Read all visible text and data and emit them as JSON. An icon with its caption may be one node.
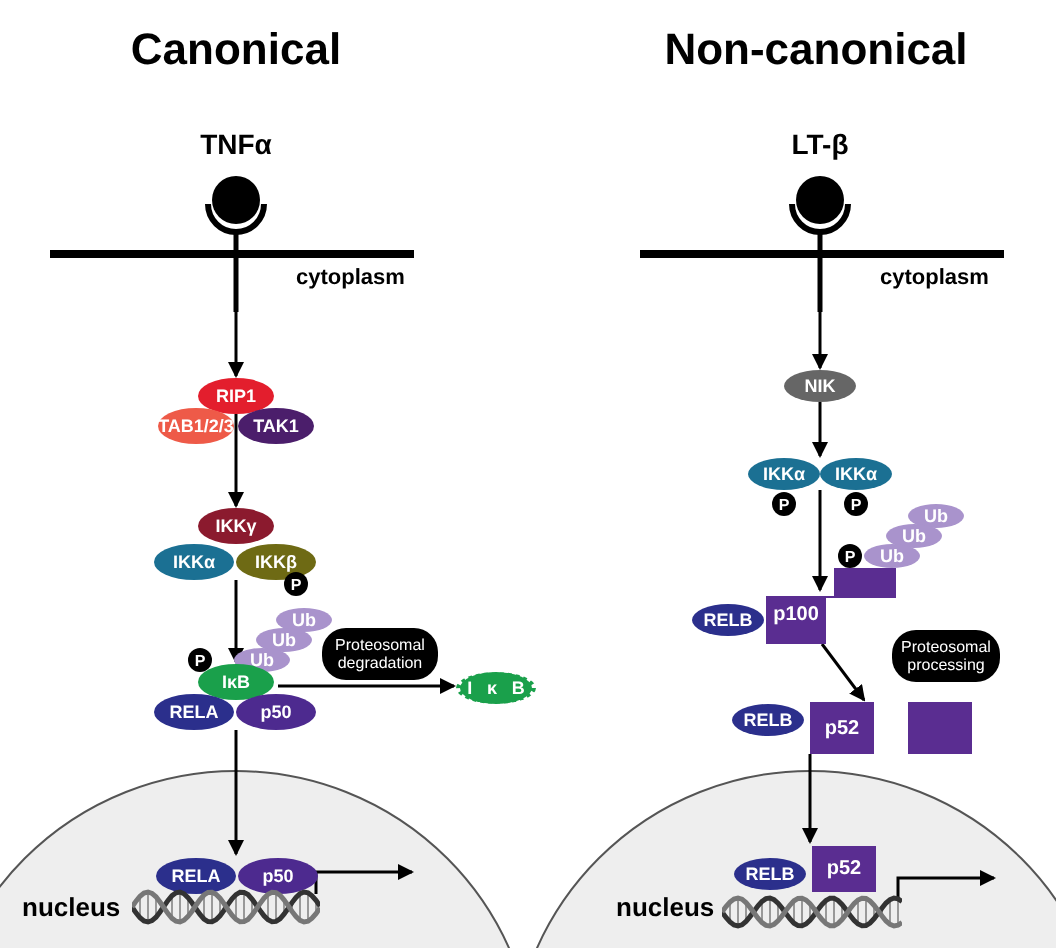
{
  "diagram": {
    "nodes": [
      {
        "text": [
          "TNFα"
        ]
      },
      {
        "text": [
          "RIP1"
        ]
      },
      {
        "text": [
          "TAB1/2/3"
        ]
      },
      {
        "text": [
          "TAK1"
        ]
      },
      {
        "text": [
          "IKKγ"
        ]
      },
      {
        "text": [
          "IKKα"
        ]
      },
      {
        "text": [
          "IKKβ"
        ]
      },
      {
        "text": [
          "P"
        ]
      },
      {
        "text": [
          "Ub"
        ]
      },
      {
        "text": [
          "Ub"
        ]
      },
      {
        "text": [
          "Ub"
        ]
      },
      {
        "text": [
          "P"
        ]
      },
      {
        "text": [
          "IκB"
        ]
      },
      {
        "text": [
          "RELA"
        ]
      },
      {
        "text": [
          "p50"
        ]
      },
      {
        "text": [
          "Proteosomal degradation"
        ]
      },
      {
        "text": [
          "I",
          "κ",
          "B"
        ]
      },
      {
        "text": [
          "nucleus"
        ]
      },
      {
        "text": [
          "RELA"
        ],
        "in": 17
      },
      {
        "text": [
          "p50"
        ],
        "in": 17
      },
      {
        "text": [],
        "shape": "picture",
        "in": 17
      },
      {
        "text": [
          "LT-β"
        ]
      },
      {
        "text": [
          "NIK"
        ]
      },
      {
        "text": [
          "IKKα"
        ]
      },
      {
        "text": [
          "IKKα"
        ]
      },
      {
        "text": [
          "P"
        ]
      },
      {
        "text": [
          "P"
        ]
      },
      {
        "text": [
          "Ub"
        ]
      },
      {
        "text": [
          "Ub"
        ]
      },
      {
        "text": [
          "Ub"
        ]
      },
      {
        "text": [
          "P"
        ]
      },
      {
        "text": [
          "RELB"
        ]
      },
      {
        "text": [
          "p100"
        ]
      },
      {
        "text": [
          "Proteosomal processing"
        ]
      },
      {
        "text": [
          "RELB"
        ]
      },
      {
        "text": [
          "p52"
        ]
      },
      {
        "text": [],
        "shape": "box"
      },
      {
        "text": [
          "nucleus"
        ]
      },
      {
        "text": [
          "RELB"
        ],
        "in": 37
      },
      {
        "text": [
          "p52"
        ],
        "in": 37
      },
      {
        "text": [],
        "shape": "picture",
        "in": 37
      }
    ],
    "edges": [
      {
        "from": 0,
        "to": 1,
        "arrow": "to"
      },
      {
        "from": 1,
        "to": 4,
        "arrow": "to"
      },
      {
        "from": 5,
        "to": 12,
        "arrow": "to"
      },
      {
        "from": 12,
        "to": 16,
        "arrow": "to"
      },
      {
        "from": 13,
        "to": 18,
        "arrow": "to"
      },
      {
        "from": 20,
        "to": null,
        "arrow": "to"
      },
      {
        "from": 21,
        "to": 22,
        "arrow": "to"
      },
      {
        "from": 22,
        "to": 23,
        "arrow": "to"
      },
      {
        "from": 24,
        "to": 32,
        "arrow": "to"
      },
      {
        "from": 32,
        "to": 35,
        "arrow": "to"
      },
      {
        "from": 35,
        "to": 39,
        "arrow": "to"
      },
      {
        "from": 40,
        "to": null,
        "arrow": "to"
      }
    ],
    "labels": [
      "Canonical",
      "Non-canonical",
      "cytoplasm",
      "cytoplasm"
    ]
  }
}
